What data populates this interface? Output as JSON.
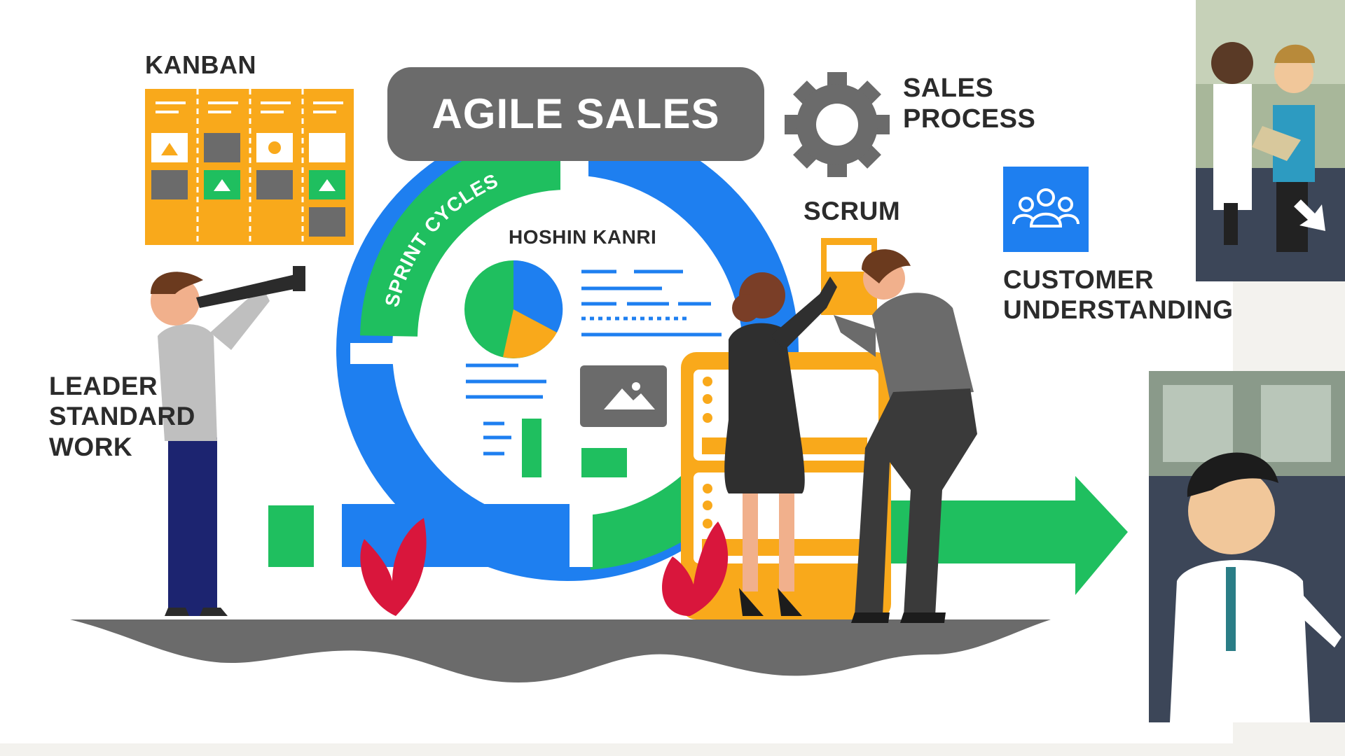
{
  "diagram": {
    "title": "AGILE SALES",
    "labels": {
      "kanban": "KANBAN",
      "sales_process_line1": "SALES",
      "sales_process_line2": "PROCESS",
      "scrum": "SCRUM",
      "customer_line1": "CUSTOMER",
      "customer_line2": "UNDERSTANDING",
      "leader_line1": "LEADER",
      "leader_line2": "STANDARD",
      "leader_line3": "WORK",
      "hoshin_kanri": "HOSHIN KANRI",
      "sprint_cycles": "SPRINT CYCLES"
    },
    "icons": [
      "gear-icon",
      "users-icon",
      "image-placeholder-icon",
      "pie-chart-icon",
      "arrow-right-icon"
    ]
  },
  "colors": {
    "green": "#1fbf5f",
    "blue": "#1e7ff0",
    "orange": "#f9a91b",
    "gray": "#6b6b6b",
    "red": "#d9163c"
  }
}
